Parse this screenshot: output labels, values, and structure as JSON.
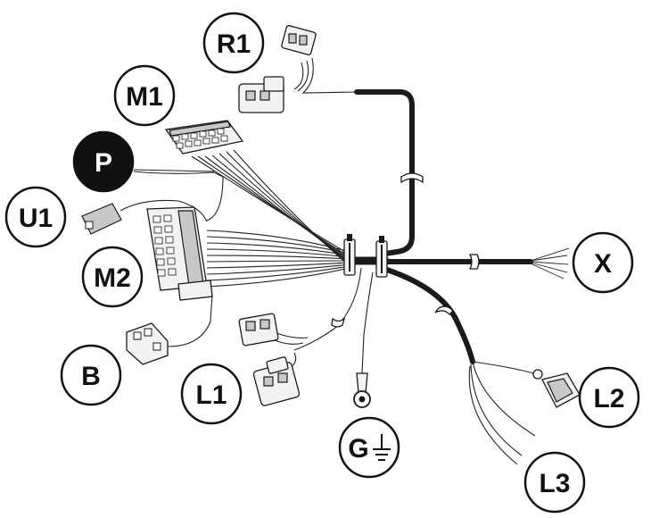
{
  "callouts": {
    "r1": "R1",
    "m1": "M1",
    "p": "P",
    "u1": "U1",
    "m2": "M2",
    "b": "B",
    "l1": "L1",
    "g": "G",
    "x": "X",
    "l2": "L2",
    "l3": "L3"
  },
  "colors": {
    "line": "#1a1a1a",
    "background": "#ffffff",
    "connector_fill": "#f2f2f2"
  }
}
